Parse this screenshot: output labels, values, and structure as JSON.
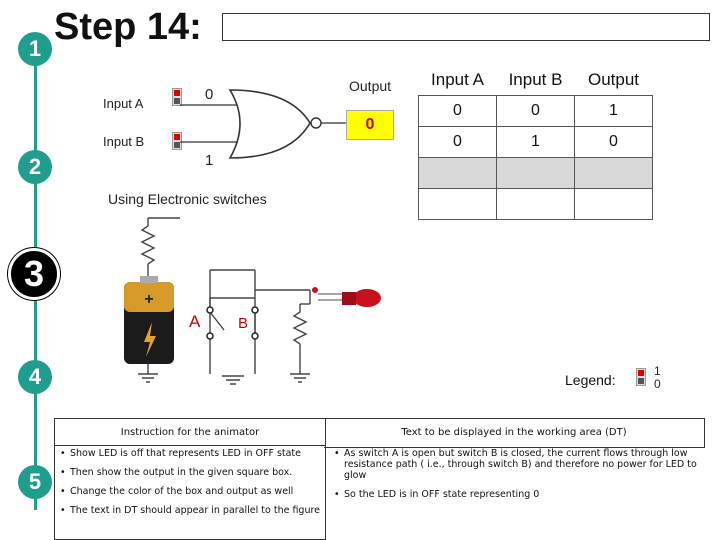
{
  "steps": [
    "1",
    "2",
    "3",
    "4",
    "5"
  ],
  "title": "Step 14:",
  "circuit": {
    "input_a_label": "Input A",
    "input_b_label": "Input B",
    "input_a_value": "0",
    "input_b_value": "1",
    "output_label": "Output",
    "output_value": "0",
    "subtitle": "Using Electronic switches",
    "switch_a_label": "A",
    "switch_b_label": "B"
  },
  "truth_table": {
    "headers": [
      "Input A",
      "Input B",
      "Output"
    ],
    "rows": [
      [
        "0",
        "0",
        "1"
      ],
      [
        "0",
        "1",
        "0"
      ],
      [
        "",
        "",
        ""
      ],
      [
        "",
        "",
        ""
      ]
    ]
  },
  "legend": {
    "label": "Legend:",
    "top": "1",
    "bottom": "0"
  },
  "instructions": {
    "title": "Instruction for the animator",
    "items": [
      "Show LED is off that represents LED in OFF state",
      "Then show the output in the given square box.",
      "Change the color of the box and output as well",
      "The text in DT should appear in parallel to the figure"
    ]
  },
  "display_text": {
    "title": "Text to be displayed in the working area (DT)",
    "items": [
      "As switch A is open but switch B is closed, the current flows through low resistance path ( i.e., through switch B) and therefore no power for LED to glow",
      "So the LED is in OFF state representing 0"
    ]
  },
  "colors": {
    "step_teal": "#1f9e8e",
    "output_box": "#ffff00",
    "output_text": "#d00000",
    "led_red": "#c8101e"
  }
}
